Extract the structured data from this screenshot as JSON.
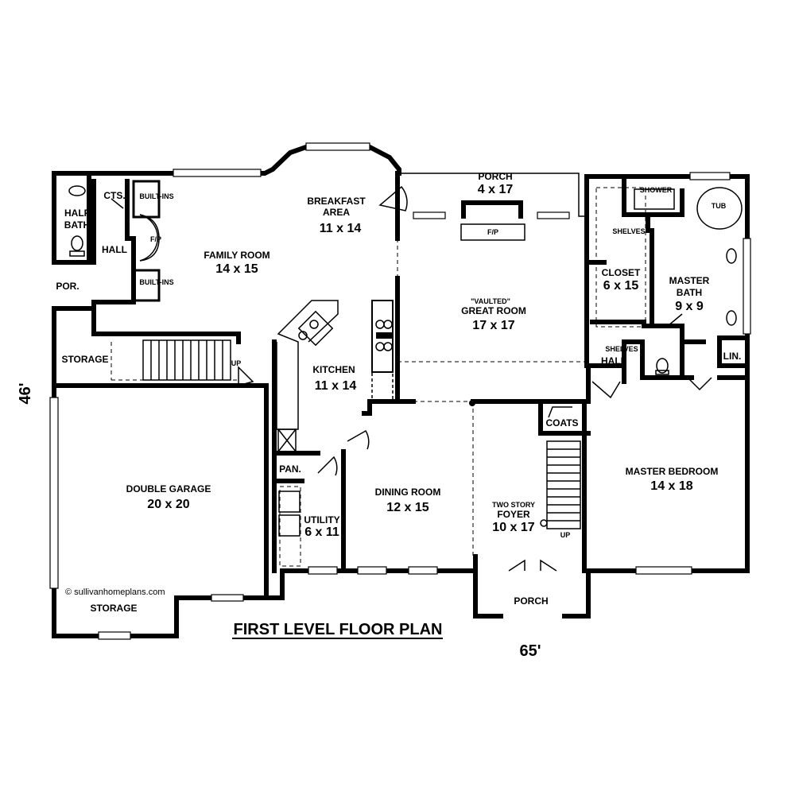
{
  "plan": {
    "title": "FIRST LEVEL FLOOR PLAN",
    "width_dim": "65'",
    "depth_dim": "46'",
    "copyright": "© sullivanhomeplans.com"
  },
  "rooms": {
    "half_bath": "HALF\nBATH",
    "cts": "CTS.",
    "hall_left": "HALL",
    "por": "POR.",
    "builtins_top": "BUILT-INS",
    "builtins_bottom": "BUILT-INS",
    "fp_family": "F/P",
    "family_room": {
      "name": "FAMILY ROOM",
      "size": "14 x 15"
    },
    "breakfast": {
      "name": "BREAKFAST\nAREA",
      "size": "11 x 14"
    },
    "porch_rear": {
      "name": "PORCH",
      "size": "4 x 17"
    },
    "fp_great": "F/P",
    "great_room": {
      "note": "\"VAULTED\"",
      "name": "GREAT ROOM",
      "size": "17 x 17"
    },
    "storage_top": "STORAGE",
    "up_garage": "UP",
    "kitchen": {
      "name": "KITCHEN",
      "size": "11 x 14"
    },
    "double_garage": {
      "name": "DOUBLE GARAGE",
      "size": "20 x 20"
    },
    "pan": "PAN.",
    "utility": {
      "name": "UTILITY",
      "size": "6 x 11"
    },
    "dining_room": {
      "name": "DINING ROOM",
      "size": "12 x 15"
    },
    "foyer": {
      "note": "TWO STORY",
      "name": "FOYER",
      "size": "10 x 17"
    },
    "coats": "COATS",
    "up_foyer": "UP",
    "porch_front": "PORCH",
    "storage_bottom": "STORAGE",
    "shower": "SHOWER",
    "tub": "TUB",
    "shelves_closet": "SHELVES",
    "closet": {
      "name": "CLOSET",
      "size": "6 x 15"
    },
    "master_bath": {
      "name": "MASTER\nBATH",
      "size": "9 x 9"
    },
    "shelves_hall": "SHELVES",
    "hall_right": "HALL",
    "lin": "LIN.",
    "master_bedroom": {
      "name": "MASTER BEDROOM",
      "size": "14 x 18"
    }
  }
}
